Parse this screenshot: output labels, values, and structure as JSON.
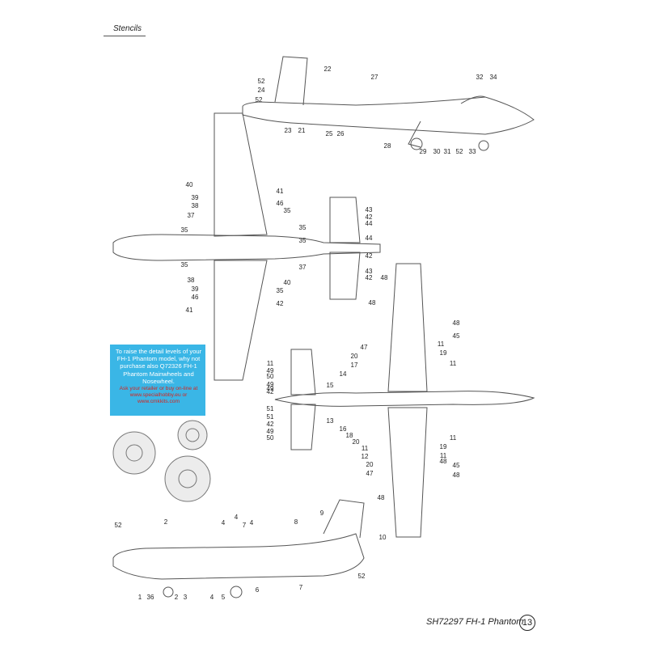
{
  "header": {
    "title": "Stencils"
  },
  "promo": {
    "text": "To raise the detail levels of your FH-1 Phantom model, why not purchase also Q72326 FH-1 Phantom Mainwheels and Nosewheel.",
    "ask": "Ask your retailer or buy on-line at www.specialhobby.eu or www.cmkkits.com"
  },
  "footer": {
    "title": "SH72297 FH-1 Phantom",
    "page": "13"
  },
  "colors": {
    "promo_bg": "#3ab6e6",
    "promo_ask": "#d6241f",
    "leader": "#3aa6d6",
    "outline": "#555555"
  },
  "callouts": {
    "top_profile": [
      "22",
      "52",
      "24",
      "52",
      "27",
      "32",
      "34",
      "23",
      "21",
      "25",
      "26",
      "28",
      "29",
      "30",
      "31",
      "52",
      "33"
    ],
    "upper_plan": [
      "40",
      "41",
      "39",
      "38",
      "37",
      "46",
      "35",
      "35",
      "35",
      "35",
      "35",
      "37",
      "38",
      "39",
      "46",
      "35",
      "40",
      "41",
      "42",
      "43",
      "42",
      "44",
      "44",
      "42",
      "43",
      "42"
    ],
    "lower_plan": [
      "48",
      "48",
      "47",
      "48",
      "45",
      "11",
      "19",
      "11",
      "20",
      "17",
      "14",
      "15",
      "13",
      "16",
      "18",
      "20",
      "11",
      "12",
      "20",
      "47",
      "48",
      "11",
      "19",
      "11",
      "45",
      "48",
      "48",
      "11",
      "49",
      "50",
      "49",
      "42",
      "51",
      "51",
      "42",
      "49",
      "50",
      "49"
    ],
    "bottom_profile": [
      "52",
      "2",
      "4",
      "4",
      "7",
      "4",
      "8",
      "9",
      "10",
      "1",
      "36",
      "2",
      "3",
      "4",
      "5",
      "6",
      "7",
      "52"
    ]
  }
}
